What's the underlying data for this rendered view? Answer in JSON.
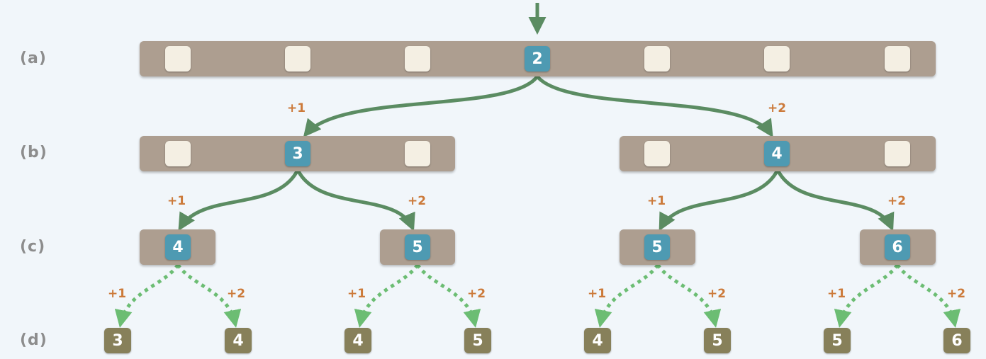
{
  "row_labels": [
    "(a)",
    "(b)",
    "(c)",
    "(d)"
  ],
  "level_a": {
    "active_value": "2"
  },
  "level_b": {
    "left_value": "3",
    "right_value": "4"
  },
  "level_c": [
    "4",
    "5",
    "5",
    "6"
  ],
  "level_d": [
    "3",
    "4",
    "4",
    "5",
    "4",
    "5",
    "5",
    "6"
  ],
  "increments": {
    "plus_one": "+1",
    "plus_two": "+2"
  },
  "colors": {
    "background": "#f1f6fa",
    "bar": "#ad9e90",
    "empty_cell": "#f4efe3",
    "active_cell": "#4e9ab2",
    "leaf_cell": "#87805a",
    "arrow": "#5b8c62",
    "dotted_arrow": "#6cbd73",
    "increment_text": "#cc7a3a",
    "row_label": "#8d8d8d"
  }
}
